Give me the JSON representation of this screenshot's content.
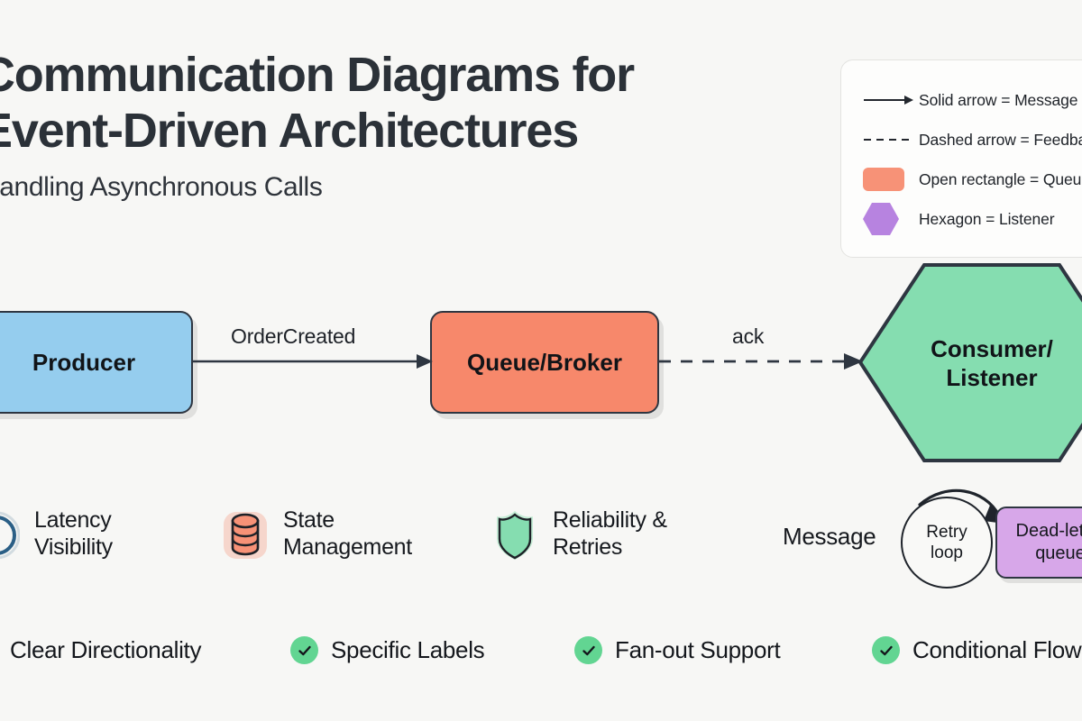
{
  "header": {
    "title_line1": "Communication Diagrams for",
    "title_line2": "Event-Driven Architectures",
    "subtitle": "Handling Asynchronous Calls"
  },
  "legend": {
    "items": [
      {
        "mark": "solid-arrow",
        "label": "Solid arrow = Message"
      },
      {
        "mark": "dashed-arrow",
        "label": "Dashed arrow = Feedback"
      },
      {
        "mark": "rounded-rect-swatch",
        "label": "Open rectangle = Queue"
      },
      {
        "mark": "hexagon-swatch",
        "label": "Hexagon = Listener"
      }
    ]
  },
  "flow": {
    "nodes": [
      {
        "id": "producer",
        "label": "Producer",
        "shape": "rounded-rect",
        "color": "#95cdee"
      },
      {
        "id": "queue",
        "label": "Queue/Broker",
        "shape": "rounded-rect",
        "color": "#f7886b"
      },
      {
        "id": "consumer",
        "label_line1": "Consumer/",
        "label_line2": "Listener",
        "shape": "hexagon",
        "color": "#85ddb0"
      }
    ],
    "edges": [
      {
        "from": "producer",
        "to": "queue",
        "label": "OrderCreated",
        "style": "solid"
      },
      {
        "from": "queue",
        "to": "consumer",
        "label": "ack",
        "style": "dashed"
      }
    ]
  },
  "features": [
    {
      "icon": "clock-icon",
      "line1": "Latency",
      "line2": "Visibility",
      "color": "#2b5f86"
    },
    {
      "icon": "database-icon",
      "line1": "State",
      "line2": "Management",
      "color": "#f79277"
    },
    {
      "icon": "shield-icon",
      "line1": "Reliability &",
      "line2": "Retries",
      "color": "#85ddb0"
    }
  ],
  "retry": {
    "message_label": "Message",
    "loop_line1": "Retry",
    "loop_line2": "loop",
    "dlq_line1": "Dead-letter",
    "dlq_line2": "queue",
    "dlq_color": "#d7a7e9"
  },
  "checklist": {
    "items": [
      "Clear Directionality",
      "Specific Labels",
      "Fan-out Support",
      "Conditional Flow"
    ],
    "check_color": "#62d592"
  },
  "colors": {
    "background": "#f7f7f5",
    "ink": "#23272e",
    "stroke": "#2e3641"
  }
}
